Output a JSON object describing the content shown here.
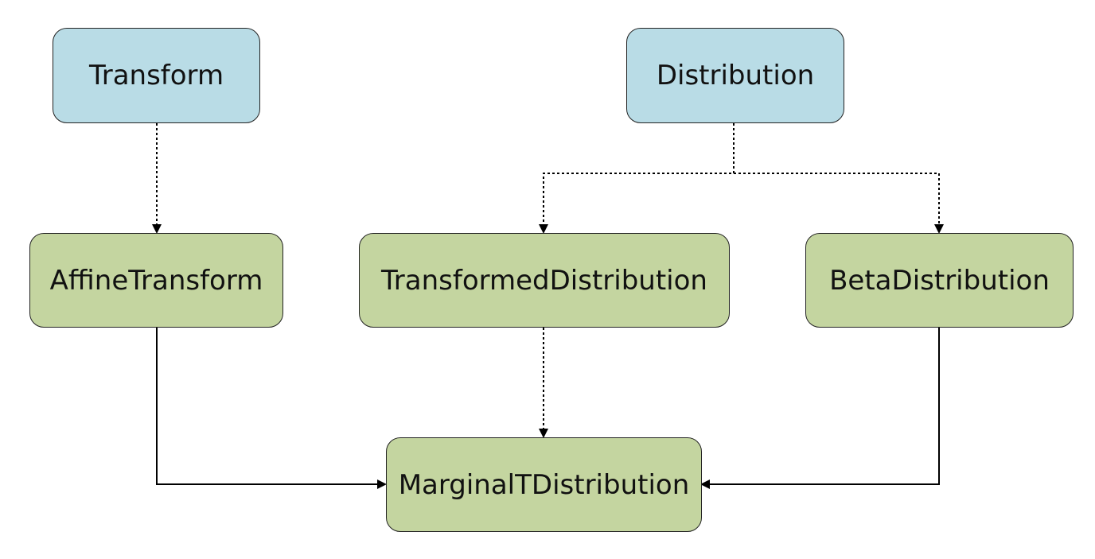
{
  "colors": {
    "base_fill": "#b9dce6",
    "derived_fill": "#c4d5a0",
    "border": "#222222",
    "edge": "#000000"
  },
  "nodes": {
    "transform": {
      "label": "Transform",
      "kind": "base"
    },
    "distribution": {
      "label": "Distribution",
      "kind": "base"
    },
    "affine_transform": {
      "label": "AffineTransform",
      "kind": "derived"
    },
    "transformed_distribution": {
      "label": "TransformedDistribution",
      "kind": "derived"
    },
    "beta_distribution": {
      "label": "BetaDistribution",
      "kind": "derived"
    },
    "marginal_t_distribution": {
      "label": "MarginalTDistribution",
      "kind": "derived"
    }
  },
  "edges": [
    {
      "from": "transform",
      "to": "affine_transform",
      "style": "dotted"
    },
    {
      "from": "distribution",
      "to": "transformed_distribution",
      "style": "dotted"
    },
    {
      "from": "distribution",
      "to": "beta_distribution",
      "style": "dotted"
    },
    {
      "from": "transformed_distribution",
      "to": "marginal_t_distribution",
      "style": "dotted"
    },
    {
      "from": "affine_transform",
      "to": "marginal_t_distribution",
      "style": "solid"
    },
    {
      "from": "beta_distribution",
      "to": "marginal_t_distribution",
      "style": "solid"
    }
  ]
}
